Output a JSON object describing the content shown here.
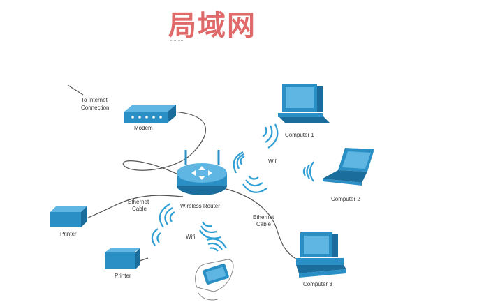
{
  "title": "局域网",
  "colors": {
    "device": "#2a8fc4",
    "device_dark": "#1b6e9c",
    "device_light": "#5fb6e3",
    "wire": "#555555",
    "wifi": "#2f9fd6",
    "title": "#e06a6a"
  },
  "labels": {
    "to_internet_line1": "To Internet",
    "to_internet_line2": "Connection",
    "modem": "Modem",
    "computer1": "Computer 1",
    "computer2": "Computer 2",
    "computer3": "Computer 3",
    "wifi_top": "Wifi",
    "wifi_bottom": "Wifi",
    "ethernet_left_line1": "Ethernet",
    "ethernet_left_line2": "Cable",
    "ethernet_right_line1": "Ethernet",
    "ethernet_right_line2": "Cable",
    "router": "Wireless Router",
    "printer1": "Printer",
    "printer2": "Printer"
  }
}
